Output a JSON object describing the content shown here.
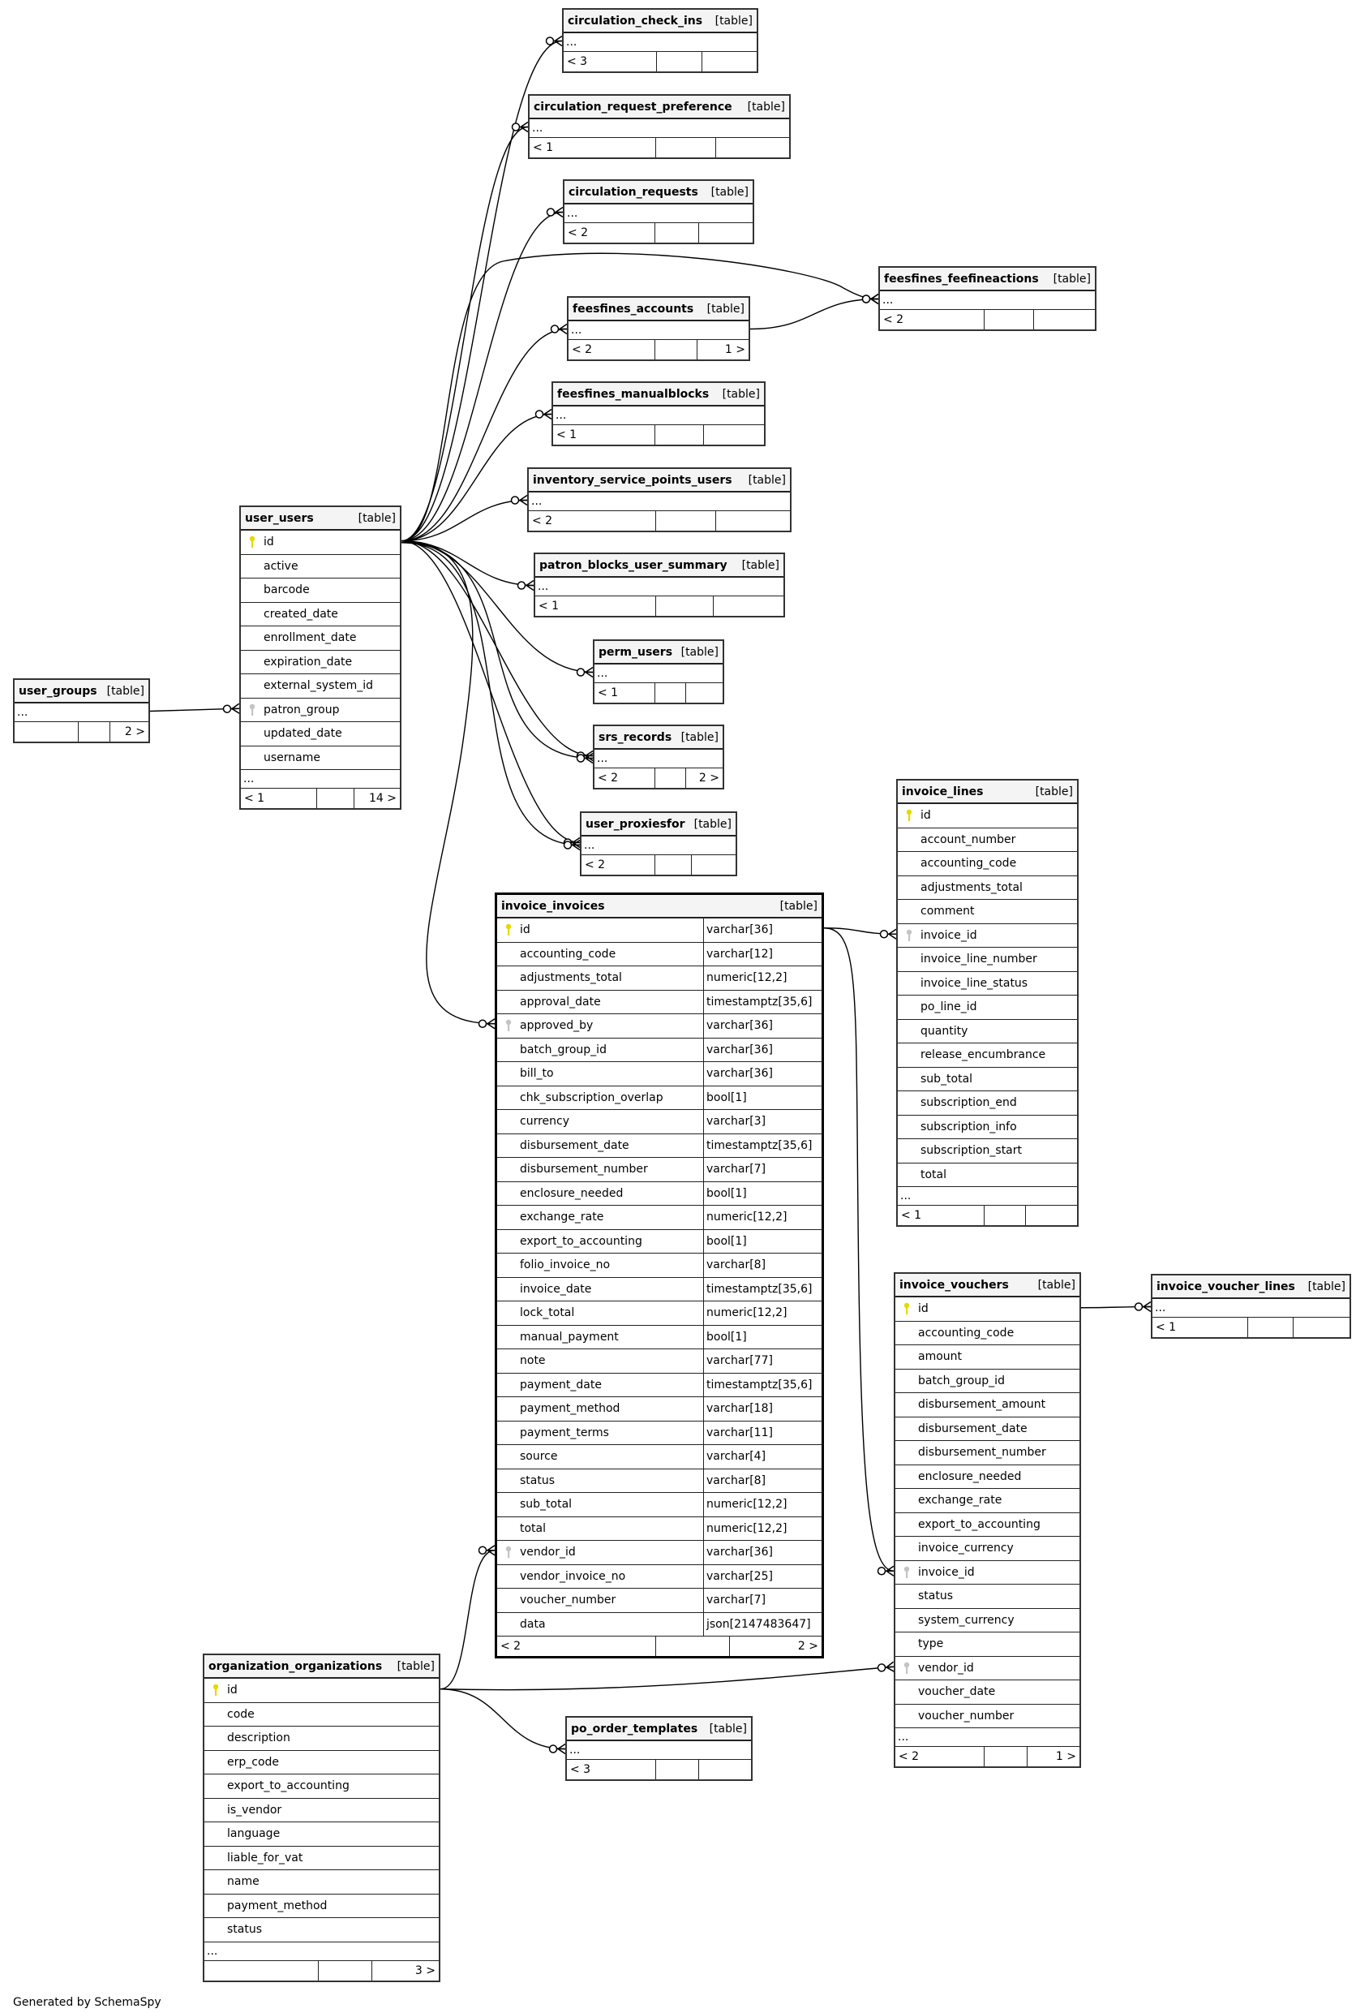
{
  "footer": "Generated by SchemaSpy",
  "kind_label": "[table]",
  "colors": {
    "pk_key": "#e6d800",
    "fk_key": "#c4c4c4",
    "header_bg": "#f4f4f4"
  },
  "tables": [
    {
      "name": "circulation_check_ins",
      "columns": [],
      "ellipsis": "...",
      "parents": "< 3",
      "children": ""
    },
    {
      "name": "circulation_request_preference",
      "columns": [],
      "ellipsis": "...",
      "parents": "< 1",
      "children": ""
    },
    {
      "name": "circulation_requests",
      "columns": [],
      "ellipsis": "...",
      "parents": "< 2",
      "children": ""
    },
    {
      "name": "feesfines_feefineactions",
      "columns": [],
      "ellipsis": "...",
      "parents": "< 2",
      "children": ""
    },
    {
      "name": "feesfines_accounts",
      "columns": [],
      "ellipsis": "...",
      "parents": "< 2",
      "children": "1 >"
    },
    {
      "name": "feesfines_manualblocks",
      "columns": [],
      "ellipsis": "...",
      "parents": "< 1",
      "children": ""
    },
    {
      "name": "inventory_service_points_users",
      "columns": [],
      "ellipsis": "...",
      "parents": "< 2",
      "children": ""
    },
    {
      "name": "patron_blocks_user_summary",
      "columns": [],
      "ellipsis": "...",
      "parents": "< 1",
      "children": ""
    },
    {
      "name": "perm_users",
      "columns": [],
      "ellipsis": "...",
      "parents": "< 1",
      "children": ""
    },
    {
      "name": "srs_records",
      "columns": [],
      "ellipsis": "...",
      "parents": "< 2",
      "children": "2 >"
    },
    {
      "name": "user_proxiesfor",
      "columns": [],
      "ellipsis": "...",
      "parents": "< 2",
      "children": ""
    },
    {
      "name": "user_users",
      "columns": [
        {
          "name": "id",
          "key": "pk"
        },
        {
          "name": "active"
        },
        {
          "name": "barcode"
        },
        {
          "name": "created_date"
        },
        {
          "name": "enrollment_date"
        },
        {
          "name": "expiration_date"
        },
        {
          "name": "external_system_id"
        },
        {
          "name": "patron_group",
          "key": "fk"
        },
        {
          "name": "updated_date"
        },
        {
          "name": "username"
        }
      ],
      "ellipsis": "...",
      "parents": "< 1",
      "children": "14 >"
    },
    {
      "name": "user_groups",
      "columns": [],
      "ellipsis": "...",
      "parents": "",
      "children": "2 >"
    },
    {
      "name": "invoice_invoices",
      "columns": [
        {
          "name": "id",
          "key": "pk",
          "type": "varchar[36]"
        },
        {
          "name": "accounting_code",
          "type": "varchar[12]"
        },
        {
          "name": "adjustments_total",
          "type": "numeric[12,2]"
        },
        {
          "name": "approval_date",
          "type": "timestamptz[35,6]"
        },
        {
          "name": "approved_by",
          "key": "fk",
          "type": "varchar[36]"
        },
        {
          "name": "batch_group_id",
          "type": "varchar[36]"
        },
        {
          "name": "bill_to",
          "type": "varchar[36]"
        },
        {
          "name": "chk_subscription_overlap",
          "type": "bool[1]"
        },
        {
          "name": "currency",
          "type": "varchar[3]"
        },
        {
          "name": "disbursement_date",
          "type": "timestamptz[35,6]"
        },
        {
          "name": "disbursement_number",
          "type": "varchar[7]"
        },
        {
          "name": "enclosure_needed",
          "type": "bool[1]"
        },
        {
          "name": "exchange_rate",
          "type": "numeric[12,2]"
        },
        {
          "name": "export_to_accounting",
          "type": "bool[1]"
        },
        {
          "name": "folio_invoice_no",
          "type": "varchar[8]"
        },
        {
          "name": "invoice_date",
          "type": "timestamptz[35,6]"
        },
        {
          "name": "lock_total",
          "type": "numeric[12,2]"
        },
        {
          "name": "manual_payment",
          "type": "bool[1]"
        },
        {
          "name": "note",
          "type": "varchar[77]"
        },
        {
          "name": "payment_date",
          "type": "timestamptz[35,6]"
        },
        {
          "name": "payment_method",
          "type": "varchar[18]"
        },
        {
          "name": "payment_terms",
          "type": "varchar[11]"
        },
        {
          "name": "source",
          "type": "varchar[4]"
        },
        {
          "name": "status",
          "type": "varchar[8]"
        },
        {
          "name": "sub_total",
          "type": "numeric[12,2]"
        },
        {
          "name": "total",
          "type": "numeric[12,2]"
        },
        {
          "name": "vendor_id",
          "key": "fk",
          "type": "varchar[36]"
        },
        {
          "name": "vendor_invoice_no",
          "type": "varchar[25]"
        },
        {
          "name": "voucher_number",
          "type": "varchar[7]"
        },
        {
          "name": "data",
          "type": "json[2147483647]"
        }
      ],
      "parents": "< 2",
      "children": "2 >"
    },
    {
      "name": "invoice_lines",
      "columns": [
        {
          "name": "id",
          "key": "pk"
        },
        {
          "name": "account_number"
        },
        {
          "name": "accounting_code"
        },
        {
          "name": "adjustments_total"
        },
        {
          "name": "comment"
        },
        {
          "name": "invoice_id",
          "key": "fk"
        },
        {
          "name": "invoice_line_number"
        },
        {
          "name": "invoice_line_status"
        },
        {
          "name": "po_line_id"
        },
        {
          "name": "quantity"
        },
        {
          "name": "release_encumbrance"
        },
        {
          "name": "sub_total"
        },
        {
          "name": "subscription_end"
        },
        {
          "name": "subscription_info"
        },
        {
          "name": "subscription_start"
        },
        {
          "name": "total"
        }
      ],
      "ellipsis": "...",
      "parents": "< 1",
      "children": ""
    },
    {
      "name": "invoice_vouchers",
      "columns": [
        {
          "name": "id",
          "key": "pk"
        },
        {
          "name": "accounting_code"
        },
        {
          "name": "amount"
        },
        {
          "name": "batch_group_id"
        },
        {
          "name": "disbursement_amount"
        },
        {
          "name": "disbursement_date"
        },
        {
          "name": "disbursement_number"
        },
        {
          "name": "enclosure_needed"
        },
        {
          "name": "exchange_rate"
        },
        {
          "name": "export_to_accounting"
        },
        {
          "name": "invoice_currency"
        },
        {
          "name": "invoice_id",
          "key": "fk"
        },
        {
          "name": "status"
        },
        {
          "name": "system_currency"
        },
        {
          "name": "type"
        },
        {
          "name": "vendor_id",
          "key": "fk"
        },
        {
          "name": "voucher_date"
        },
        {
          "name": "voucher_number"
        }
      ],
      "ellipsis": "...",
      "parents": "< 2",
      "children": "1 >"
    },
    {
      "name": "invoice_voucher_lines",
      "columns": [],
      "ellipsis": "...",
      "parents": "< 1",
      "children": ""
    },
    {
      "name": "organization_organizations",
      "columns": [
        {
          "name": "id",
          "key": "pk"
        },
        {
          "name": "code"
        },
        {
          "name": "description"
        },
        {
          "name": "erp_code"
        },
        {
          "name": "export_to_accounting"
        },
        {
          "name": "is_vendor"
        },
        {
          "name": "language"
        },
        {
          "name": "liable_for_vat"
        },
        {
          "name": "name"
        },
        {
          "name": "payment_method"
        },
        {
          "name": "status"
        }
      ],
      "ellipsis": "...",
      "parents": "",
      "children": "3 >"
    },
    {
      "name": "po_order_templates",
      "columns": [],
      "ellipsis": "...",
      "parents": "< 3",
      "children": ""
    }
  ]
}
